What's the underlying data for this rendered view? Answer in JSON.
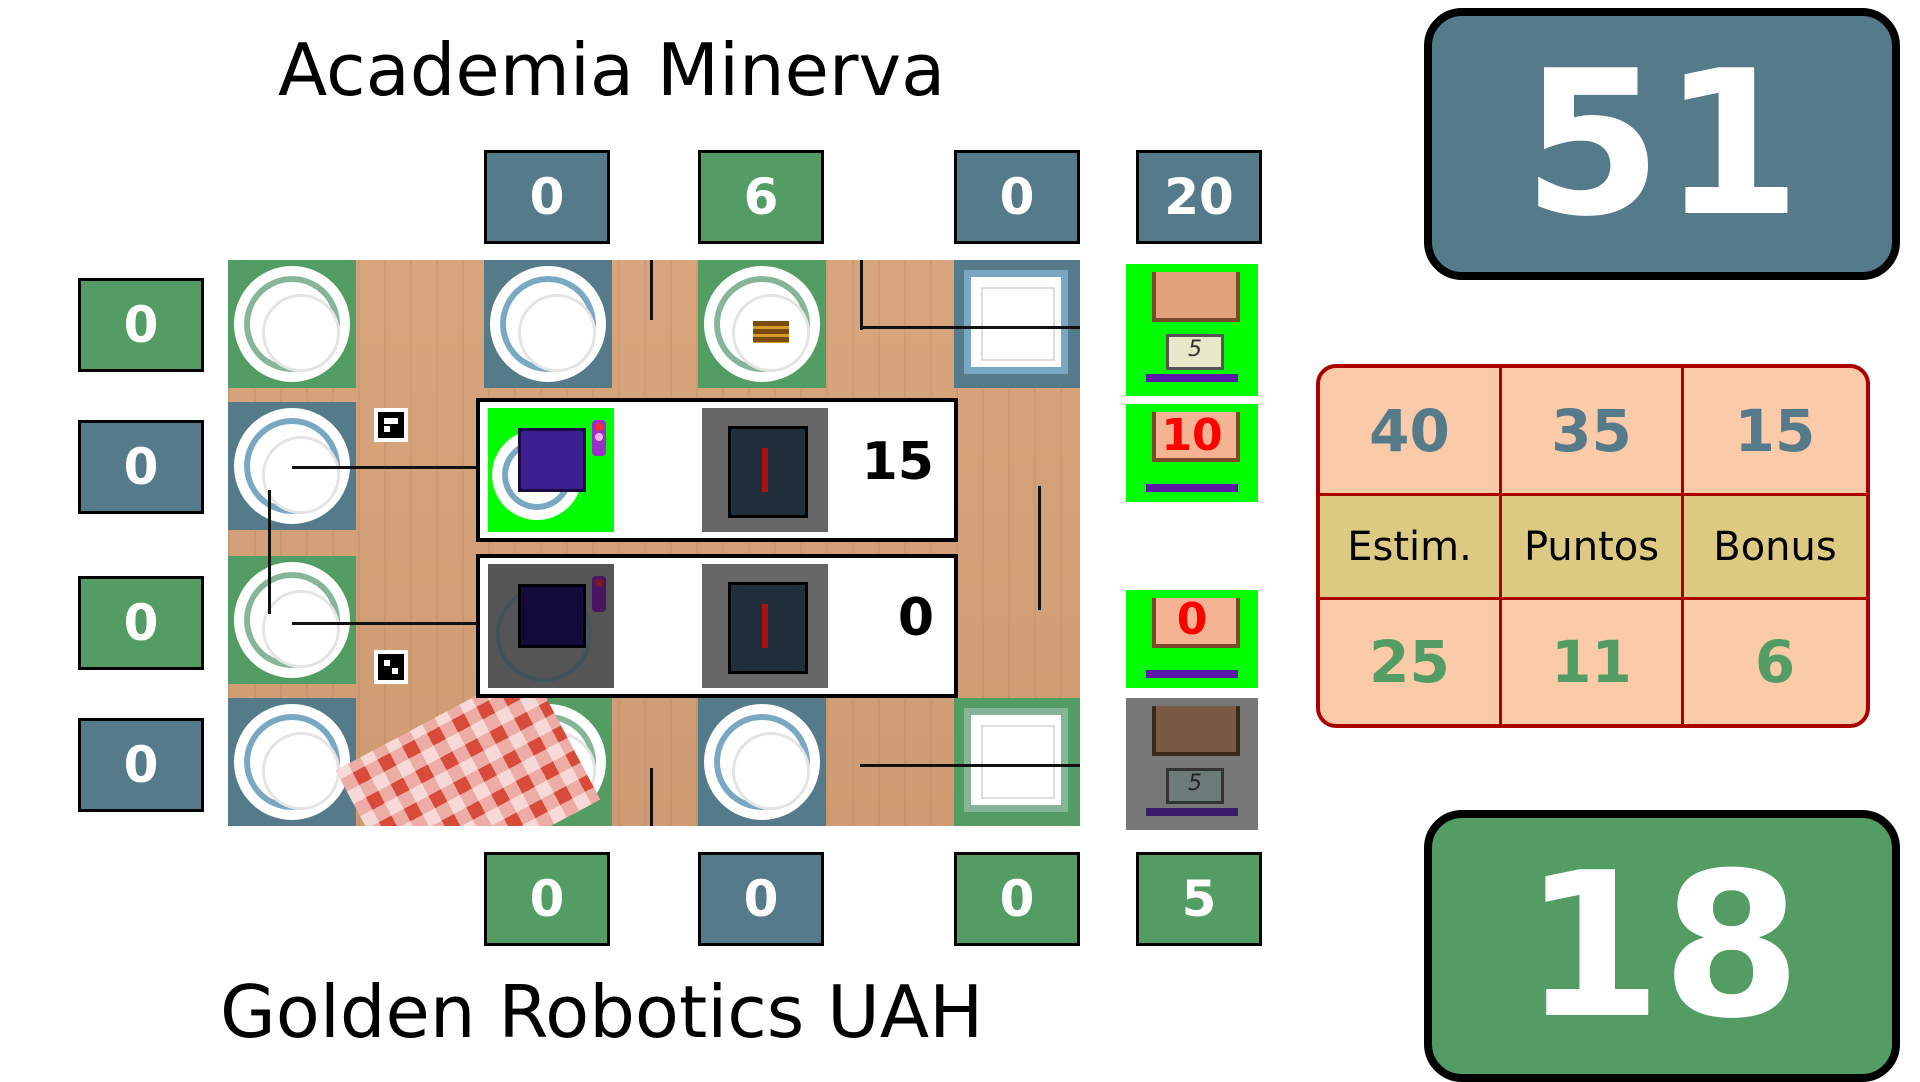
{
  "teams": {
    "top_name": "Academia Minerva",
    "bottom_name": "Golden Robotics UAH"
  },
  "scores": {
    "top_total": "51",
    "bottom_total": "18"
  },
  "top_counters": [
    "0",
    "6",
    "0",
    "20"
  ],
  "bottom_counters": [
    "0",
    "0",
    "0",
    "5"
  ],
  "left_counters": [
    "0",
    "0",
    "0",
    "0"
  ],
  "robots": [
    {
      "label": "top-team-robot",
      "score": "15",
      "color": "#3b1e8f"
    },
    {
      "label": "bottom-team-robot",
      "score": "0",
      "color": "#120a3a"
    }
  ],
  "cakes": {
    "top_scale_value": "5",
    "mid_top_value": "10",
    "mid_bottom_value": "0",
    "bottom_scale_value": "5"
  },
  "stats": {
    "headers": [
      "Estim.",
      "Puntos",
      "Bonus"
    ],
    "top_values": [
      "40",
      "35",
      "15"
    ],
    "bottom_values": [
      "25",
      "11",
      "6"
    ]
  },
  "colors": {
    "blue_team": "#557a89",
    "green_team": "#539d64",
    "cake_highlight": "#00ff00",
    "table_border": "#aa0000",
    "table_bg": "#fbcaa8",
    "header_bg": "#dcca82"
  }
}
